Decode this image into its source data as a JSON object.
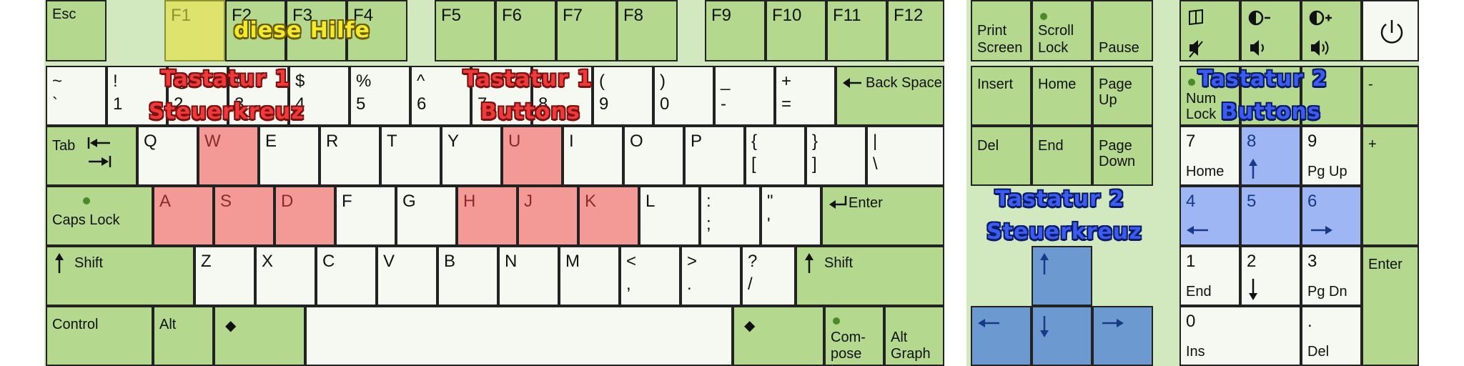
{
  "keyboard": {
    "fn_row": {
      "esc": "Esc",
      "f1": "F1",
      "f2": "F2",
      "f3": "F3",
      "f4": "F4",
      "f5": "F5",
      "f6": "F6",
      "f7": "F7",
      "f8": "F8",
      "f9": "F9",
      "f10": "F10",
      "f11": "F11",
      "f12": "F12"
    },
    "number_row": {
      "tilde_top": "~",
      "tilde_bottom": "`",
      "k1_top": "!",
      "k1_bottom": "1",
      "k2_top": "@",
      "k2_bottom": "2",
      "k3_top": "#",
      "k3_bottom": "3",
      "k4_top": "$",
      "k4_bottom": "4",
      "k5_top": "%",
      "k5_bottom": "5",
      "k6_top": "^",
      "k6_bottom": "6",
      "k7_top": "&",
      "k7_bottom": "7",
      "k8_top": "*",
      "k8_bottom": "8",
      "k9_top": "(",
      "k9_bottom": "9",
      "k0_top": ")",
      "k0_bottom": "0",
      "minus_top": "_",
      "minus_bottom": "-",
      "equals_top": "+",
      "equals_bottom": "=",
      "backspace": "Back Space"
    },
    "top_row": {
      "tab": "Tab",
      "q": "Q",
      "w": "W",
      "e": "E",
      "r": "R",
      "t": "T",
      "y": "Y",
      "u": "U",
      "i": "I",
      "o": "O",
      "p": "P",
      "lbracket_top": "{",
      "lbracket_bottom": "[",
      "rbracket_top": "}",
      "rbracket_bottom": "]",
      "backslash_top": "|",
      "backslash_bottom": "\\"
    },
    "home_row": {
      "caps": "Caps Lock",
      "a": "A",
      "s": "S",
      "d": "D",
      "f": "F",
      "g": "G",
      "h": "H",
      "j": "J",
      "k": "K",
      "l": "L",
      "semicolon_top": ":",
      "semicolon_bottom": ";",
      "quote_top": "\"",
      "quote_bottom": "'",
      "enter": "Enter"
    },
    "bottom_row": {
      "shift_left": "Shift",
      "z": "Z",
      "x": "X",
      "c": "C",
      "v": "V",
      "b": "B",
      "n": "N",
      "m": "M",
      "comma_top": "<",
      "comma_bottom": ",",
      "period_top": ">",
      "period_bottom": ".",
      "slash_top": "?",
      "slash_bottom": "/",
      "shift_right": "Shift"
    },
    "space_row": {
      "control": "Control",
      "alt": "Alt",
      "diamond": "◆",
      "compose_1": "Com-",
      "compose_2": "pose",
      "altgr_1": "Alt",
      "altgr_2": "Graph"
    },
    "system": {
      "print_1": "Print",
      "print_2": "Screen",
      "scroll_1": "Scroll",
      "scroll_2": "Lock",
      "pause": "Pause"
    },
    "nav": {
      "insert": "Insert",
      "home": "Home",
      "pageup_1": "Page",
      "pageup_2": "Up",
      "del": "Del",
      "end": "End",
      "pagedown_1": "Page",
      "pagedown_2": "Down"
    },
    "numpad": {
      "numlock_1": "Num",
      "numlock_2": "Lock",
      "minus": "-",
      "plus": "+",
      "n7": "7",
      "n7_sub": "Home",
      "n8": "8",
      "n9": "9",
      "n9_sub": "Pg Up",
      "n4": "4",
      "n5": "5",
      "n6": "6",
      "n1": "1",
      "n1_sub": "End",
      "n2": "2",
      "n3": "3",
      "n3_sub": "Pg Dn",
      "enter": "Enter",
      "n0": "0",
      "n0_sub": "Ins",
      "dot": ".",
      "dot_sub": "Del"
    },
    "overlays": {
      "help": "diese Hilfe",
      "kb1_dpad_1": "Tastatur 1",
      "kb1_dpad_2": "Steuerkreuz",
      "kb1_buttons_1": "Tastatur 1",
      "kb1_buttons_2": "Buttons",
      "kb2_dpad_1": "Tastatur 2",
      "kb2_dpad_2": "Steuerkreuz",
      "kb2_buttons_1": "Tastatur 2",
      "kb2_buttons_2": "Buttons"
    },
    "icons": {
      "screen": "screen-icon",
      "brightness_down": "brightness-down-icon",
      "brightness_up": "brightness-up-icon",
      "mute": "mute-icon",
      "volume_down": "volume-down-icon",
      "volume_up": "volume-up-icon",
      "power": "power-icon"
    },
    "colors": {
      "key_green": "#b4d88e",
      "key_white": "#f6f8f2",
      "player1": "#f39a96",
      "player2": "#9fb6f5",
      "player2_dpad": "#6c9ad0",
      "help": "#dee36d",
      "background": "#d2e8bf"
    }
  }
}
